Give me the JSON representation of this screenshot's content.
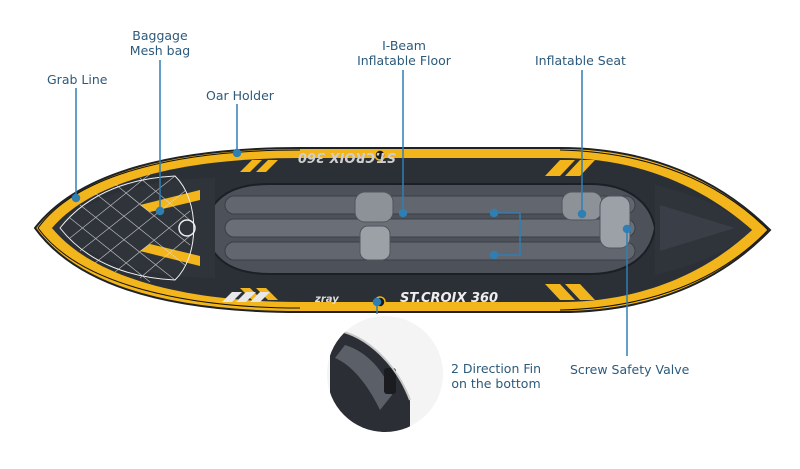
{
  "colors": {
    "hull_yellow": "#f2b51b",
    "hull_dark": "#2b2f36",
    "floor_gray": "#5b6068",
    "label_blue": "#2c5a7c",
    "leader_blue": "#2f7fb3"
  },
  "labels": {
    "grab_line": "Grab Line",
    "baggage_line1": "Baggage",
    "baggage_line2": "Mesh bag",
    "oar_holder": "Oar Holder",
    "ibeam_line1": "I-Beam",
    "ibeam_line2": "Inflatable Floor",
    "inflatable_seat": "Inflatable Seat",
    "fin_line1": "2 Direction Fin",
    "fin_line2": "on the bottom",
    "screw_valve": "Screw Safety Valve"
  },
  "brand": {
    "model_text": "ST.CROIX 360",
    "model_text_mirrored": "ST.CROIX 360",
    "logo_text": "zray"
  },
  "icons": [
    "fin-closeup-image",
    "kayak-image",
    "zray-logo-icon"
  ]
}
